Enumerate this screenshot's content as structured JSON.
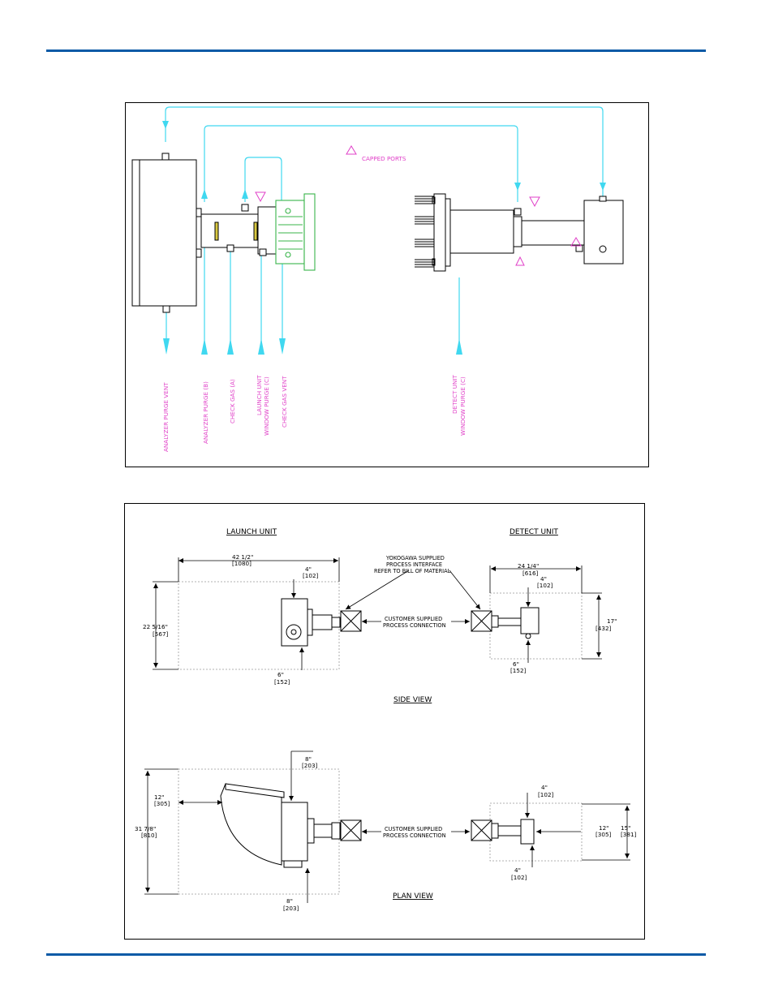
{
  "purge": {
    "capped_ports": "CAPPED PORTS",
    "ports": [
      "ANALYZER PURGE VENT",
      "ANALYZER PURGE (B)",
      "CHECK GAS (A)",
      "LAUNCH UNIT",
      "WINDOW PURGE (C)",
      "CHECK GAS VENT",
      "DETECT UNIT",
      "WINDOW PURGE (C)"
    ]
  },
  "dims": {
    "launch_title": "LAUNCH UNIT",
    "detect_title": "DETECT UNIT",
    "side_view": "SIDE VIEW",
    "plan_view": "PLAN VIEW",
    "yoko": [
      "YOKOGAWA SUPPLIED",
      "PROCESS INTERFACE",
      "REFER TO BILL OF MATERIAL"
    ],
    "cust": [
      "CUSTOMER SUPPLIED",
      "PROCESS CONNECTION"
    ],
    "launch_side": {
      "width_in": "42 1/2\"",
      "width_mm": "[1080]",
      "top_in": "4\"",
      "top_mm": "[102]",
      "height_in": "22 5/16\"",
      "height_mm": "[567]",
      "bottom_in": "6\"",
      "bottom_mm": "[152]"
    },
    "detect_side": {
      "width_in": "24 1/4\"",
      "width_mm": "[616]",
      "top_in": "4\"",
      "top_mm": "[102]",
      "height_in": "17\"",
      "height_mm": "[432]",
      "bottom_in": "6\"",
      "bottom_mm": "[152]"
    },
    "launch_plan": {
      "top_in": "8\"",
      "top_mm": "[203]",
      "door_in": "12\"",
      "door_mm": "[305]",
      "height_in": "31 7/8\"",
      "height_mm": "[810]",
      "bottom_in": "8\"",
      "bottom_mm": "[203]"
    },
    "detect_plan": {
      "top_in": "4\"",
      "top_mm": "[102]",
      "right_in": "12\"",
      "right_mm": "[305]",
      "height_in": "15\"",
      "height_mm": "[381]",
      "bottom_in": "4\"",
      "bottom_mm": "[102]"
    }
  },
  "colors": {
    "rule": "#0b5aa6",
    "purge_line": "#40d8f0",
    "label_pink": "#e040c8",
    "flange_green": "#39b54a"
  }
}
